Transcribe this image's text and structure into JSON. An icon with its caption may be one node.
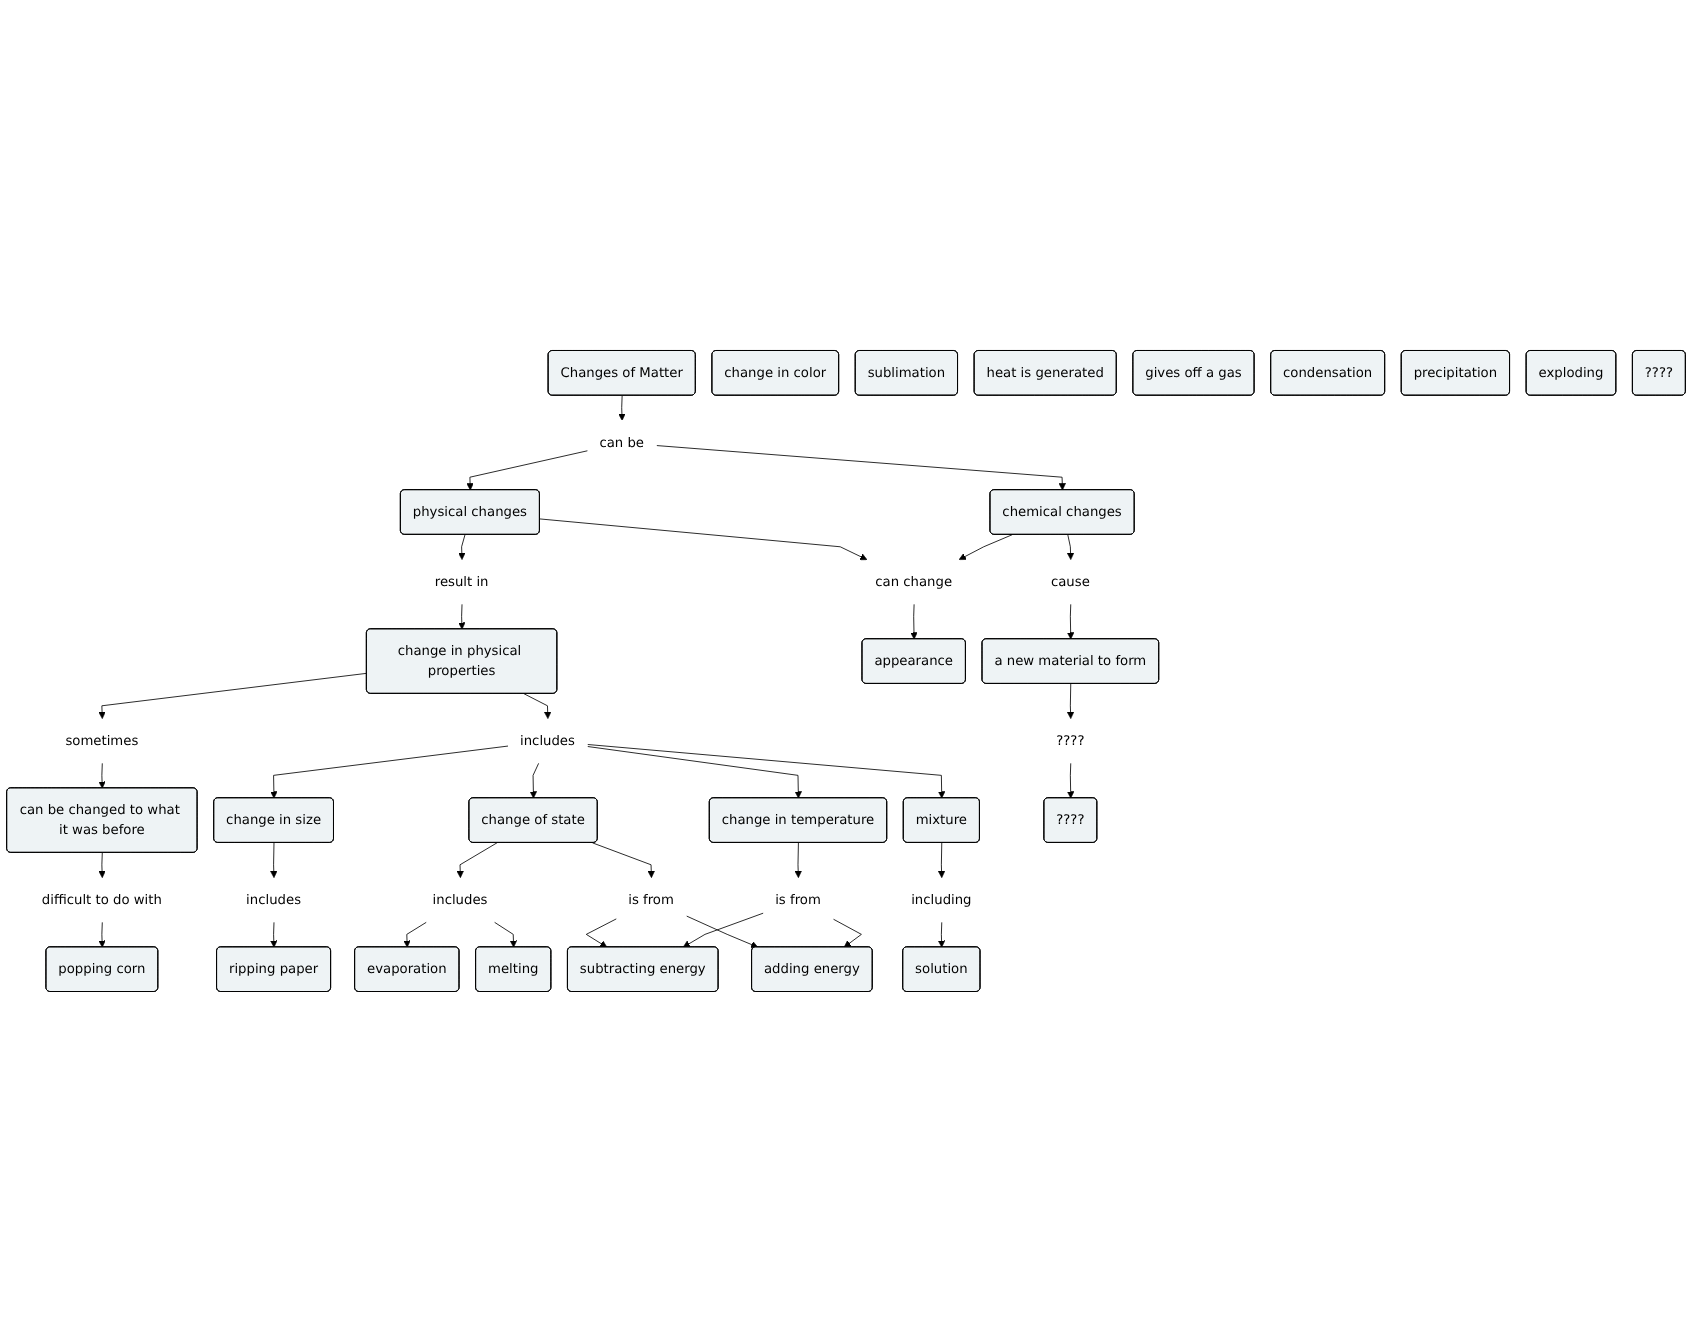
{
  "diagram": {
    "nodes": [
      {
        "text": [
          "Changes of Matter"
        ]
      },
      {
        "text": [
          "can be"
        ]
      },
      {
        "text": [
          "physical changes"
        ]
      },
      {
        "text": [
          "chemical changes"
        ]
      },
      {
        "text": [
          "result in"
        ]
      },
      {
        "text": [
          "can change"
        ]
      },
      {
        "text": [
          "cause"
        ]
      },
      {
        "text": [
          "change in physical properties"
        ]
      },
      {
        "text": [
          "appearance"
        ]
      },
      {
        "text": [
          "a new material to form"
        ]
      },
      {
        "text": [
          "sometimes"
        ]
      },
      {
        "text": [
          "includes"
        ]
      },
      {
        "text": [
          "????"
        ]
      },
      {
        "text": [
          "can be changed to what it was before"
        ]
      },
      {
        "text": [
          "change in size"
        ]
      },
      {
        "text": [
          "change of state"
        ]
      },
      {
        "text": [
          "change in temperature"
        ]
      },
      {
        "text": [
          "mixture"
        ]
      },
      {
        "text": [
          "????"
        ]
      },
      {
        "text": [
          "difficult to do with"
        ]
      },
      {
        "text": [
          "includes"
        ]
      },
      {
        "text": [
          "includes"
        ]
      },
      {
        "text": [
          "is from"
        ]
      },
      {
        "text": [
          "is from"
        ]
      },
      {
        "text": [
          "including"
        ]
      },
      {
        "text": [
          "popping corn"
        ]
      },
      {
        "text": [
          "ripping paper"
        ]
      },
      {
        "text": [
          "evaporation"
        ]
      },
      {
        "text": [
          "melting"
        ]
      },
      {
        "text": [
          "subtracting energy"
        ]
      },
      {
        "text": [
          "adding energy"
        ]
      },
      {
        "text": [
          "solution"
        ]
      },
      {
        "text": [
          "change in color"
        ]
      },
      {
        "text": [
          "sublimation"
        ]
      },
      {
        "text": [
          "heat is generated"
        ]
      },
      {
        "text": [
          "gives off a gas"
        ]
      },
      {
        "text": [
          "condensation"
        ]
      },
      {
        "text": [
          "precipitation"
        ]
      },
      {
        "text": [
          "exploding"
        ]
      },
      {
        "text": [
          "????"
        ]
      }
    ],
    "edges": [
      {
        "from": 0,
        "to": 1,
        "arrow": "to"
      },
      {
        "from": 1,
        "to": 2,
        "arrow": "to"
      },
      {
        "from": 1,
        "to": 3,
        "arrow": "to"
      },
      {
        "from": 2,
        "to": 4,
        "arrow": "to"
      },
      {
        "from": 2,
        "to": 5,
        "arrow": "to"
      },
      {
        "from": 3,
        "to": 5,
        "arrow": "to"
      },
      {
        "from": 3,
        "to": 6,
        "arrow": "to"
      },
      {
        "from": 4,
        "to": 7,
        "arrow": "to"
      },
      {
        "from": 5,
        "to": 8,
        "arrow": "to"
      },
      {
        "from": 6,
        "to": 9,
        "arrow": "to"
      },
      {
        "from": 7,
        "to": 10,
        "arrow": "to"
      },
      {
        "from": 7,
        "to": 11,
        "arrow": "to"
      },
      {
        "from": 9,
        "to": 12,
        "arrow": "to"
      },
      {
        "from": 10,
        "to": 13,
        "arrow": "to"
      },
      {
        "from": 11,
        "to": 14,
        "arrow": "to"
      },
      {
        "from": 11,
        "to": 15,
        "arrow": "to"
      },
      {
        "from": 11,
        "to": 16,
        "arrow": "to"
      },
      {
        "from": 11,
        "to": 17,
        "arrow": "to"
      },
      {
        "from": 12,
        "to": 18,
        "arrow": "to"
      },
      {
        "from": 13,
        "to": 19,
        "arrow": "to"
      },
      {
        "from": 14,
        "to": 20,
        "arrow": "to"
      },
      {
        "from": 15,
        "to": 21,
        "arrow": "to"
      },
      {
        "from": 15,
        "to": 22,
        "arrow": "to"
      },
      {
        "from": 16,
        "to": 23,
        "arrow": "to"
      },
      {
        "from": 17,
        "to": 24,
        "arrow": "to"
      },
      {
        "from": 19,
        "to": 25,
        "arrow": "to"
      },
      {
        "from": 20,
        "to": 26,
        "arrow": "to"
      },
      {
        "from": 21,
        "to": 27,
        "arrow": "to"
      },
      {
        "from": 21,
        "to": 28,
        "arrow": "to"
      },
      {
        "from": 22,
        "to": 29,
        "arrow": "to"
      },
      {
        "from": 22,
        "to": 30,
        "arrow": "to"
      },
      {
        "from": 23,
        "to": 29,
        "arrow": "to"
      },
      {
        "from": 23,
        "to": 30,
        "arrow": "to"
      },
      {
        "from": 24,
        "to": 31,
        "arrow": "to"
      }
    ]
  }
}
